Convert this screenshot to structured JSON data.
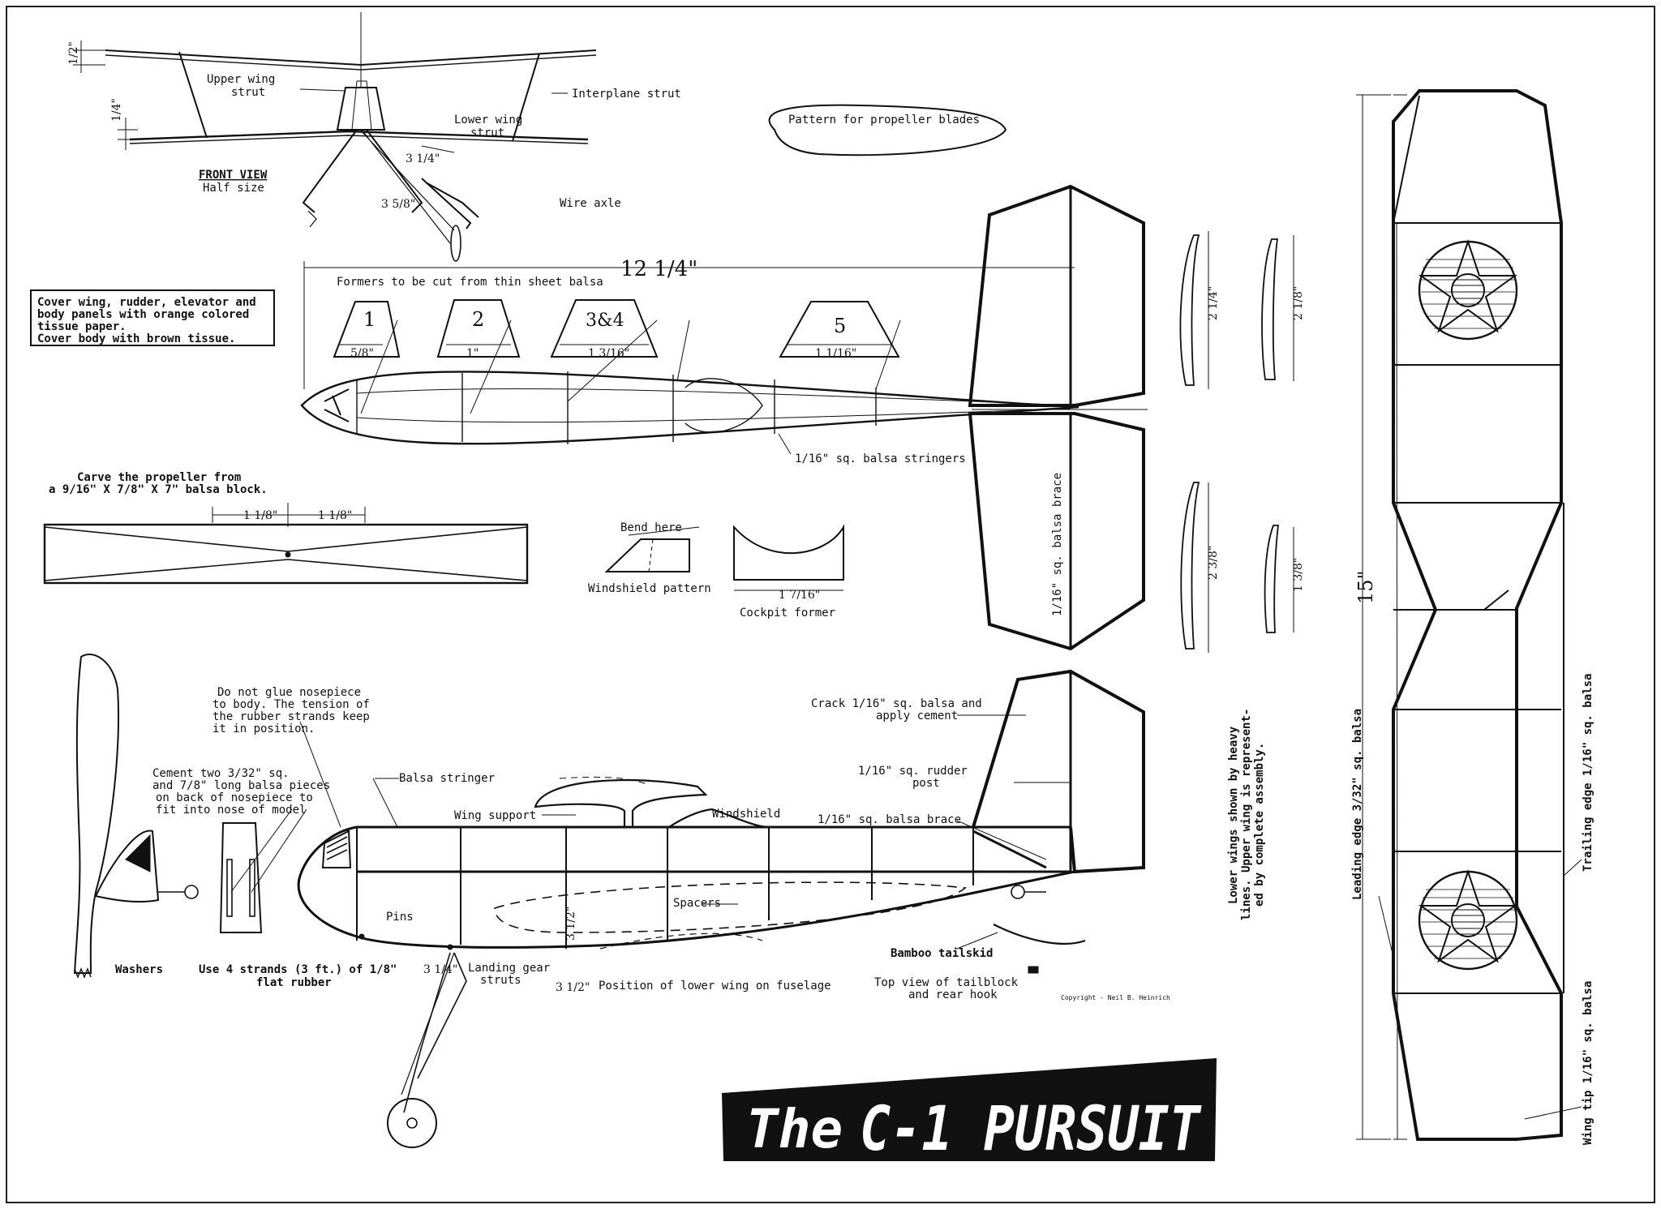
{
  "title": {
    "prefix": "The",
    "main": "C-1 PURSUIT"
  },
  "front_view": {
    "title": "FRONT VIEW",
    "subtitle": "Half size",
    "upper_wing_strut_1": "Upper wing",
    "upper_wing_strut_2": "strut",
    "interplane_strut": "Interplane strut",
    "lower_wing_strut_1": "Lower wing",
    "lower_wing_strut_2": "strut",
    "wire_axle": "Wire axle",
    "dim_dihedral_upper": "1/2\"",
    "dim_dihedral_lower": "1/4\"",
    "dim_a": "3 1/4\"",
    "dim_b": "3 5/8\""
  },
  "propeller_pattern": {
    "label": "Pattern for propeller blades"
  },
  "cover_note": {
    "line1": "Cover wing, rudder, elevator and",
    "line2": "body panels with orange colored",
    "line3": "tissue paper.",
    "line4": "Cover body with brown tissue."
  },
  "formers": {
    "heading": "Formers to be cut from thin sheet balsa",
    "overall_length": "12 1/4\"",
    "items": [
      {
        "id": "1",
        "dim": "5/8\""
      },
      {
        "id": "2",
        "dim": "1\""
      },
      {
        "id": "3&4",
        "dim": "1 3/16\""
      },
      {
        "id": "5",
        "dim": "1 1/16\""
      }
    ],
    "stringers": "1/16\" sq. balsa stringers"
  },
  "propeller": {
    "note1": "Carve the propeller from",
    "note2": "a 9/16\" X 7/8\" X 7\" balsa block.",
    "dim_left": "1 1/8\"",
    "dim_right": "1 1/8\""
  },
  "windshield": {
    "bend": "Bend here",
    "pattern": "Windshield pattern"
  },
  "cockpit": {
    "dim": "1 7/16\"",
    "label": "Cockpit former"
  },
  "tail": {
    "brace": "1/16\" sq. balsa brace",
    "elev_dim_1": "2 1/4\"",
    "elev_dim_2": "2 1/8\"",
    "elev_dim_3": "2 3/8\"",
    "elev_dim_4": "1 3/8\""
  },
  "side_view": {
    "nosepiece_1": "Do not glue nosepiece",
    "nosepiece_2": "to body. The tension of",
    "nosepiece_3": "the rubber strands keep",
    "nosepiece_4": "it in position.",
    "cement_1": "Cement two 3/32\" sq.",
    "cement_2": "and 7/8\" long balsa pieces",
    "cement_3": "on back of nosepiece to",
    "cement_4": "fit into nose of model",
    "balsa_stringer": "Balsa stringer",
    "wing_support": "Wing support",
    "windshield": "Windshield",
    "crack_1": "Crack 1/16\" sq. balsa and",
    "crack_2": "apply cement",
    "rudder_post_1": "1/16\" sq. rudder",
    "rudder_post_2": "post",
    "balsa_brace": "1/16\" sq. balsa brace",
    "pins": "Pins",
    "spacers": "Spacers",
    "washers": "Washers",
    "rubber_1": "Use 4 strands (3 ft.) of 1/8\"",
    "rubber_2": "flat rubber",
    "landing_gear_1": "Landing gear",
    "landing_gear_2": "struts",
    "lower_wing_pos": "Position of lower wing on fuselage",
    "tailskid": "Bamboo tailskid",
    "tailblock_1": "Top view of tailblock",
    "tailblock_2": "and rear hook",
    "dim_a": "3 1/4\"",
    "dim_b": "3 1/2\"",
    "dim_c": "3 1/2\"",
    "signature": "Copyright - Neil B. Heinrich"
  },
  "wing_note": {
    "line1": "Lower wings shown by heavy",
    "line2": "lines. Upper wing is represent-",
    "line3": "ed by complete assembly."
  },
  "wing": {
    "span": "15\"",
    "leading_edge": "Leading edge 3/32\" sq. balsa",
    "trailing_edge": "Trailing edge 1/16\" sq. balsa",
    "wing_tip": "Wing tip 1/16\" sq. balsa"
  }
}
